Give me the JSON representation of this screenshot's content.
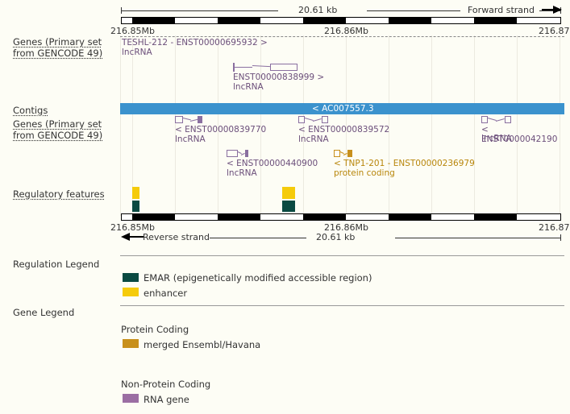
{
  "colors": {
    "background": "#fdfdf5",
    "contig": "#3b92cd",
    "rna_gene": "#8a6fa0",
    "rna_legend": "#9b6ea3",
    "protein_coding": "#c8901c",
    "merged_ensembl_havana": "#c8901c",
    "enhancer": "#f5cb0b",
    "emar": "#0a4a42",
    "gridline": "#eceae0",
    "text": "#333333"
  },
  "ruler": {
    "span_label_top": "20.61 kb",
    "span_label_bottom": "20.61 kb",
    "forward_strand_label": "Forward strand",
    "reverse_strand_label": "Reverse strand",
    "ticks_top": [
      "216.85Mb",
      "216.86Mb",
      "216.87"
    ],
    "ticks_bottom": [
      "216.85Mb",
      "216.86Mb",
      "216.87"
    ]
  },
  "rows": {
    "genes_primary_top": "Genes (Primary set\nfrom GENCODE 49)",
    "contigs": "Contigs",
    "genes_primary_bottom": "Genes (Primary set\nfrom GENCODE 49)",
    "regulatory_features": "Regulatory features ",
    "regulation_legend": "Regulation Legend",
    "gene_legend": "Gene Legend"
  },
  "forward_genes": [
    {
      "name": "gene-teshl-212",
      "label": "TESHL-212 - ENST00000695932 >\nlncRNA",
      "biotype": "lncRNA",
      "strand": "forward",
      "has_glyph": false
    },
    {
      "name": "gene-enst00000838999",
      "label": "ENST00000838999 >\nlncRNA",
      "biotype": "lncRNA",
      "strand": "forward",
      "has_glyph": true
    }
  ],
  "contig": {
    "label": "< AC007557.3"
  },
  "reverse_genes": [
    {
      "name": "gene-enst00000839770",
      "label": "< ENST00000839770\nlncRNA",
      "biotype": "lncRNA",
      "strand": "reverse"
    },
    {
      "name": "gene-enst00000839572",
      "label": "< ENST00000839572\nlncRNA",
      "biotype": "lncRNA",
      "strand": "reverse"
    },
    {
      "name": "gene-enst00000421905",
      "label": "< ENST0000042190",
      "label2": "lncRNA",
      "biotype": "lncRNA",
      "strand": "reverse"
    },
    {
      "name": "gene-enst00000440900",
      "label": "< ENST00000440900\nlncRNA",
      "biotype": "lncRNA",
      "strand": "reverse"
    },
    {
      "name": "gene-tnp1-201",
      "label": "< TNP1-201 - ENST00000236979\nprotein coding",
      "biotype": "protein coding",
      "strand": "reverse"
    }
  ],
  "regulation_legend": {
    "items": [
      {
        "name": "emar",
        "color": "#0a4a42",
        "label": "EMAR (epigenetically modified accessible region)"
      },
      {
        "name": "enhancer",
        "color": "#f5cb0b",
        "label": "enhancer"
      }
    ]
  },
  "gene_legend": {
    "groups": [
      {
        "name": "protein-coding",
        "heading": "Protein Coding",
        "items": [
          {
            "name": "merged-ensembl-havana",
            "color": "#c8901c",
            "label": "merged Ensembl/Havana"
          }
        ]
      },
      {
        "name": "non-protein-coding",
        "heading": "Non-Protein Coding",
        "items": [
          {
            "name": "rna-gene",
            "color": "#9b6ea3",
            "label": "RNA gene"
          }
        ]
      }
    ]
  }
}
